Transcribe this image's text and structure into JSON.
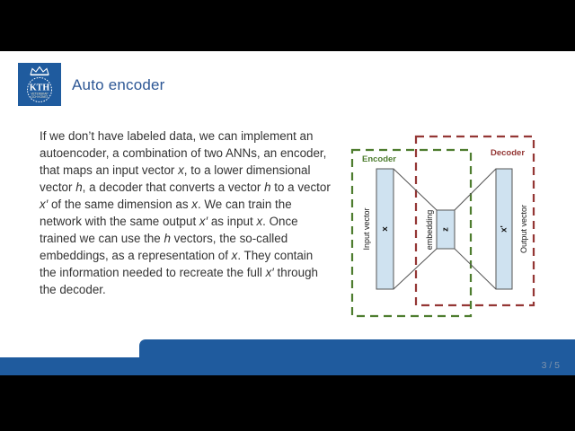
{
  "slide": {
    "title": "Auto encoder",
    "page_indicator": "3 / 5",
    "logo": {
      "name": "KTH",
      "motto_line1": "VETENSKAP",
      "motto_line2": "OCH KONST"
    },
    "body_segments": [
      {
        "t": "If we don’t have labeled data, we can implement an autoencoder, a combination of two ANNs, an encoder, that maps an input vector "
      },
      {
        "t": "x",
        "i": true
      },
      {
        "t": ", to a lower dimensional vector "
      },
      {
        "t": "h",
        "i": true
      },
      {
        "t": ", a decoder that converts a vector "
      },
      {
        "t": "h",
        "i": true
      },
      {
        "t": " to a vector "
      },
      {
        "t": "x′",
        "i": true
      },
      {
        "t": " of the same dimension as "
      },
      {
        "t": "x",
        "i": true
      },
      {
        "t": ". We can train the network with the same output "
      },
      {
        "t": "x′",
        "i": true
      },
      {
        "t": " as input "
      },
      {
        "t": "x",
        "i": true
      },
      {
        "t": ". Once trained we can use the "
      },
      {
        "t": "h",
        "i": true
      },
      {
        "t": " vectors, the so-called embeddings, as a representation of "
      },
      {
        "t": "x",
        "i": true
      },
      {
        "t": ". They contain the information needed to recreate the full "
      },
      {
        "t": "x′",
        "i": true
      },
      {
        "t": " through the decoder."
      }
    ]
  },
  "diagram": {
    "encoder_label": "Encoder",
    "decoder_label": "Decoder",
    "input_label": "Input vector",
    "input_symbol": "x",
    "embedding_label": "embedding",
    "embedding_symbol": "z",
    "output_label": "Output vector",
    "output_symbol": "x'"
  },
  "colors": {
    "kth_blue": "#1f5b9e",
    "title_blue": "#2d5795",
    "encoder_green": "#4e7d2f",
    "decoder_red": "#943634",
    "box_fill": "#cfe2f0",
    "box_border": "#555555",
    "body_text": "#333333",
    "page_text": "#7e93ac"
  }
}
